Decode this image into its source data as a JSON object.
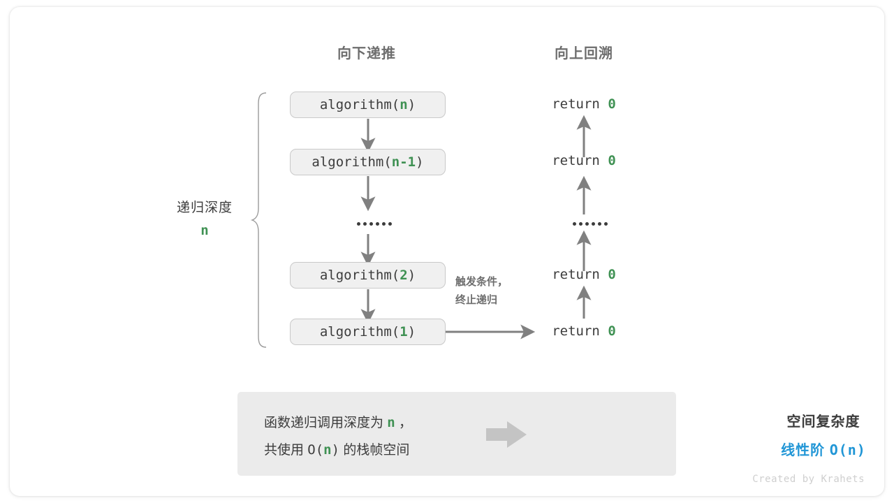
{
  "headers": {
    "left": "向下递推",
    "right": "向上回溯"
  },
  "depth": {
    "label": "递归深度",
    "value": "n"
  },
  "calls": [
    {
      "name": "algorithm(",
      "arg": "n",
      "close": ")"
    },
    {
      "name": "algorithm(",
      "arg": "n-1",
      "close": ")"
    },
    {
      "name": "algorithm(",
      "arg": "2",
      "close": ")"
    },
    {
      "name": "algorithm(",
      "arg": "1",
      "close": ")"
    }
  ],
  "returns": [
    {
      "keyword": "return",
      "value": "0"
    },
    {
      "keyword": "return",
      "value": "0"
    },
    {
      "keyword": "return",
      "value": "0"
    },
    {
      "keyword": "return",
      "value": "0"
    }
  ],
  "ellipsis": "••••••",
  "note": {
    "line1": "触发条件，",
    "line2": "终止递归"
  },
  "summary": {
    "line1_a": "函数递归调用深度为 ",
    "line1_n": "n",
    "line1_b": " ，",
    "line2_a": "共使用 ",
    "line2_mono_a": "O(",
    "line2_n": "n",
    "line2_mono_b": ")",
    "line2_b": " 的栈帧空间",
    "arrow": "block-arrow-right",
    "right_title": "空间复杂度",
    "right_value_text": "线性阶 ",
    "right_value_mono": "O(n)"
  },
  "watermark": "Created by Krahets",
  "colors": {
    "green": "#3f9153",
    "blue": "#2196d6",
    "gray_text": "#3c3c3c",
    "gray_muted": "#6d6d6d",
    "box_fill": "#f0f0f0",
    "box_border": "#c9c9c9",
    "panel_fill": "#ebebeb",
    "arrow": "#808080"
  }
}
